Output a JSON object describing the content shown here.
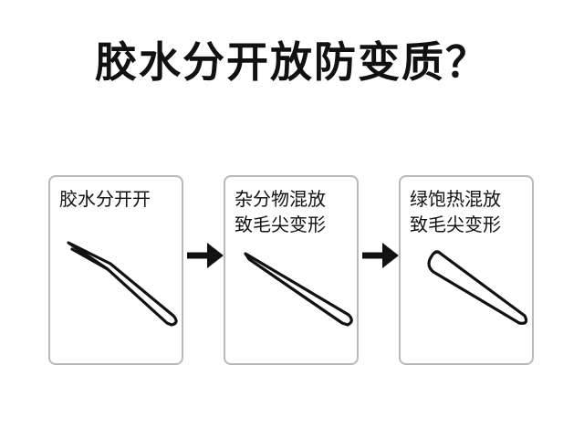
{
  "title": "胶水分开放防变质？",
  "panels": [
    {
      "text": "胶水分开开",
      "icon": "tweezers-icon"
    },
    {
      "text": "杂分物混放\n致毛尖变形",
      "icon": "tweezers-icon"
    },
    {
      "text": "绿饱热混放\n致毛尖变形",
      "icon": "tube-icon"
    }
  ],
  "colors": {
    "text": "#111111",
    "border": "#b8b8b8",
    "background": "#ffffff"
  }
}
